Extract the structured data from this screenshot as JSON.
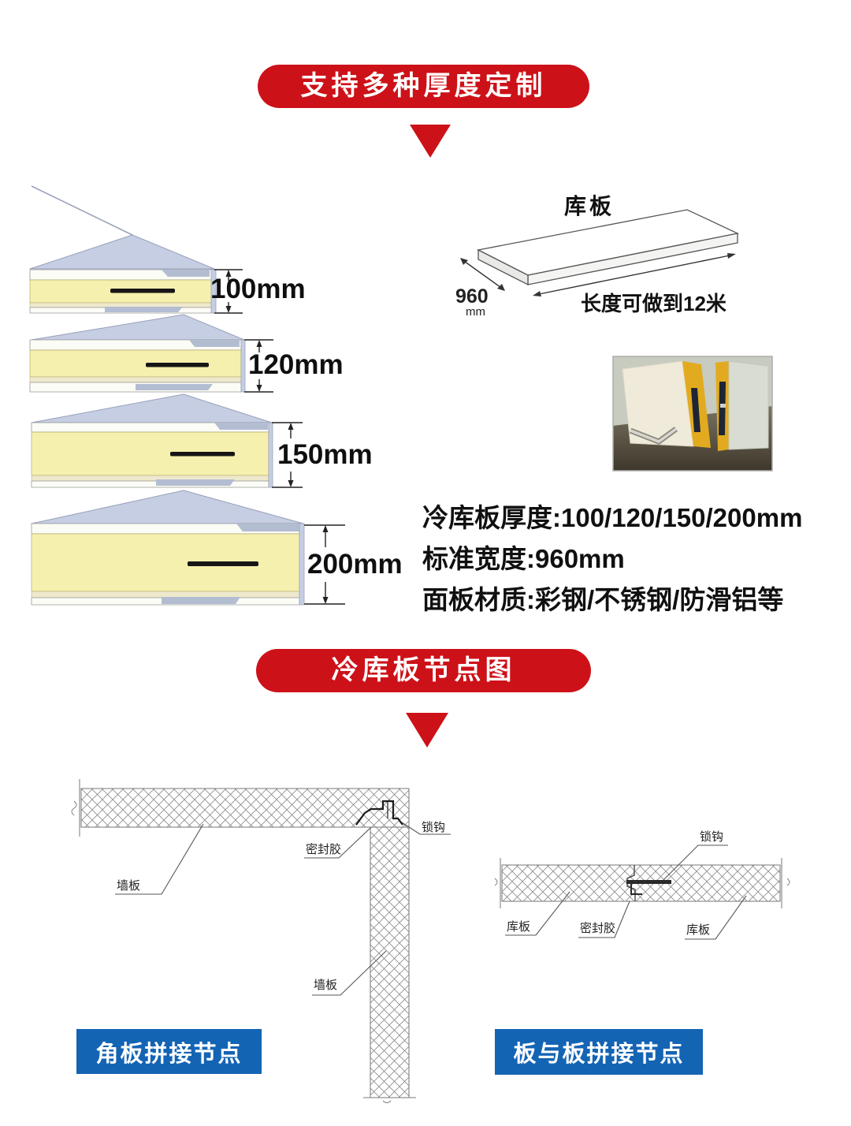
{
  "banner1": {
    "label": "支持多种厚度定制"
  },
  "banner2": {
    "label": "冷库板节点图"
  },
  "stack": {
    "items": [
      {
        "label": "100mm"
      },
      {
        "label": "120mm"
      },
      {
        "label": "150mm"
      },
      {
        "label": "200mm"
      }
    ]
  },
  "panel_diagram": {
    "title": "库板",
    "width_value": "960",
    "width_unit": "mm",
    "length_label": "长度可做到12米"
  },
  "specs": {
    "line1": "冷库板厚度:100/120/150/200mm",
    "line2": "标准宽度:960mm",
    "line3": "面板材质:彩钢/不锈钢/防滑铝等"
  },
  "corner_node": {
    "wall_top": "墙板",
    "sealant": "密封胶",
    "hook": "锁钩",
    "wall_side": "墙板",
    "badge": "角板拼接节点"
  },
  "panel_node": {
    "hook": "锁钩",
    "panel_left": "库板",
    "sealant": "密封胶",
    "panel_right": "库板",
    "badge": "板与板拼接节点"
  },
  "colors": {
    "accent_red": "#cd1118",
    "badge_blue": "#1464b4",
    "panel_core_yellow": "#f6f0ae",
    "panel_top_blue": "#c6cee4"
  }
}
